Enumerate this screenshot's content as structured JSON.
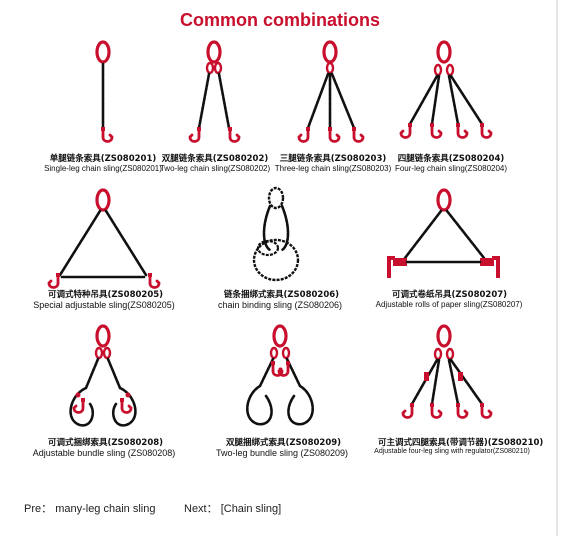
{
  "title": "Common combinations",
  "items": [
    {
      "cn": "单腿链条索具(ZS080201)",
      "en": "Single-leg chain sling(ZS080201)"
    },
    {
      "cn": "双腿链条索具(ZS080202)",
      "en": "Two-leg chain sling(ZS080202)"
    },
    {
      "cn": "三腿链条索具(ZS080203)",
      "en": "Three-leg chain sling(ZS080203)"
    },
    {
      "cn": "四腿链条索具(ZS080204)",
      "en": "Four-leg chain sling(ZS080204)"
    },
    {
      "cn": "可调式特种吊具(ZS080205)",
      "en": "Special adjustable sling(ZS080205)"
    },
    {
      "cn": "链条捆绑式索具(ZS080206)",
      "en": "chain binding sling (ZS080206)"
    },
    {
      "cn": "可调式卷纸吊具(ZS080207)",
      "en": "Adjustable rolls of paper sling(ZS080207)"
    },
    {
      "cn": "可调式捆绑索具(ZS080208)",
      "en": "Adjustable bundle sling (ZS080208)"
    },
    {
      "cn": "双腿捆绑式索具(ZS080209)",
      "en": "Two-leg bundle sling (ZS080209)"
    },
    {
      "cn": "可主调式四腿索具(带调节器)(ZS080210)",
      "en": "Adjustable four-leg sling with regulator(ZS080210)"
    }
  ],
  "nav": {
    "prev_label": "Pre：",
    "prev_link": "many-leg chain sling",
    "next_label": "Next：",
    "next_link": "[Chain sling]"
  },
  "colors": {
    "accent": "#c8102e",
    "chain": "#111111"
  }
}
